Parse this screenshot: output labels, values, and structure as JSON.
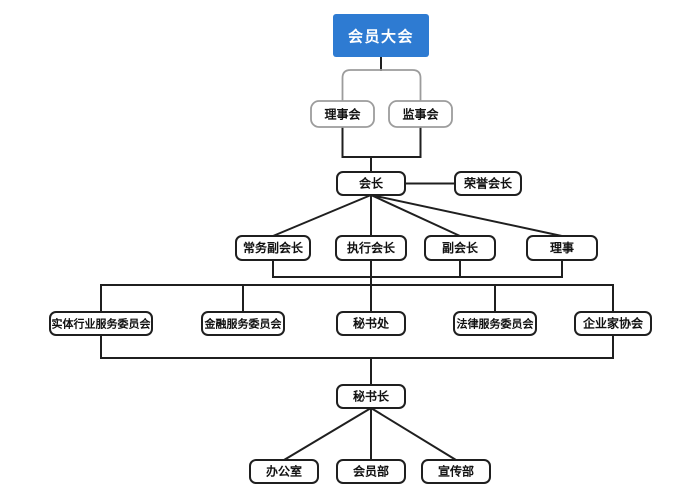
{
  "diagram": {
    "type": "org-chart",
    "nodes": {
      "assembly": {
        "label": "会员大会"
      },
      "council": {
        "label": "理事会"
      },
      "supervisory": {
        "label": "监事会"
      },
      "president": {
        "label": "会长"
      },
      "honorary": {
        "label": "荣誉会长"
      },
      "standing_vp": {
        "label": "常务副会长"
      },
      "executive_president": {
        "label": "执行会长"
      },
      "vice_president": {
        "label": "副会长"
      },
      "director": {
        "label": "理事"
      },
      "industry_committee": {
        "label": "实体行业服务委员会"
      },
      "finance_committee": {
        "label": "金融服务委员会"
      },
      "secretariat": {
        "label": "秘书处"
      },
      "legal_committee": {
        "label": "法律服务委员会"
      },
      "entrepreneurs_assoc": {
        "label": "企业家协会"
      },
      "secretary_general": {
        "label": "秘书长"
      },
      "office": {
        "label": "办公室"
      },
      "membership_dept": {
        "label": "会员部"
      },
      "publicity_dept": {
        "label": "宣传部"
      }
    },
    "colors": {
      "root_fill": "#2e7bd2",
      "root_text": "#ffffff",
      "node_border": "#1f1f1f",
      "muted_border": "#9c9c9c",
      "line": "#1f1f1f",
      "background": "#ffffff"
    }
  }
}
